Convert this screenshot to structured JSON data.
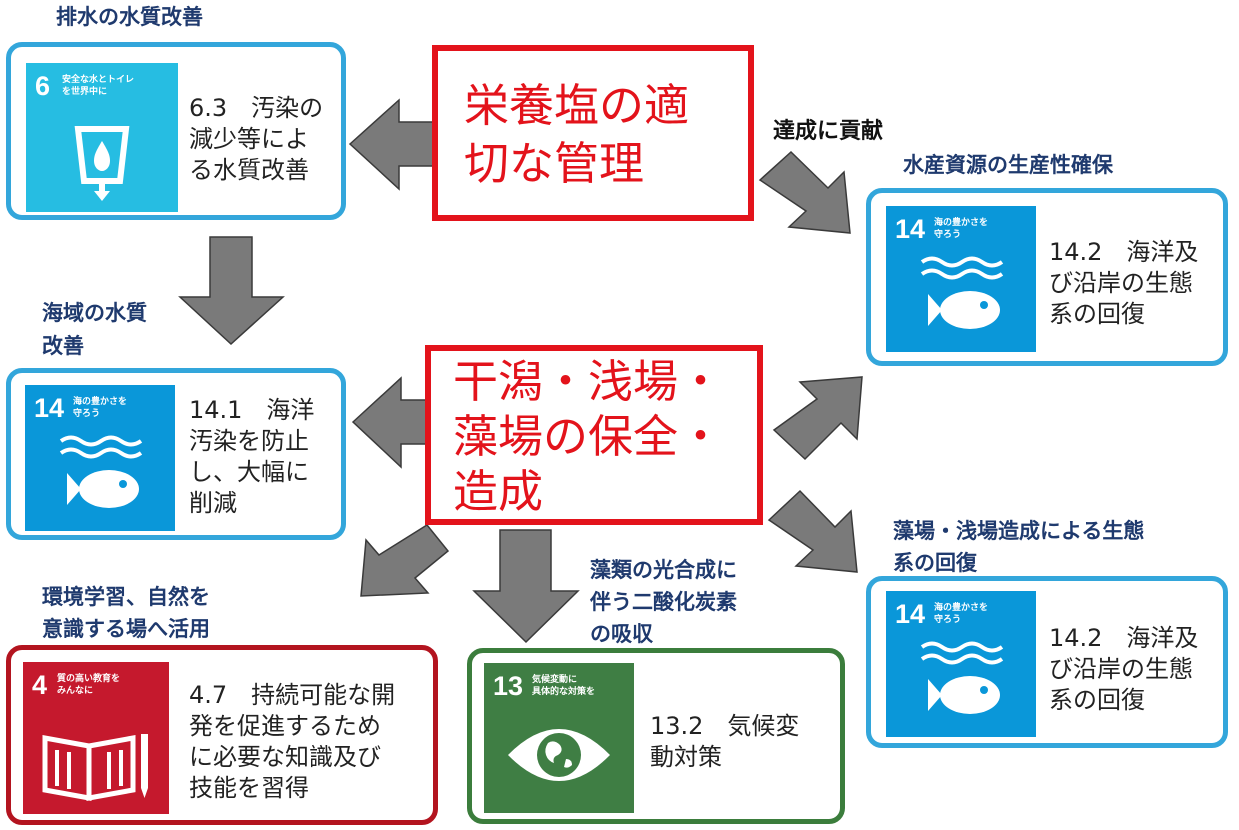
{
  "center": {
    "nutrient_line1": "栄養塩の適",
    "nutrient_line2": "切な管理",
    "tidal_line1": "干潟・浅場・",
    "tidal_line2": "藻場の保全・",
    "tidal_line3": "造成"
  },
  "labels": {
    "wastewater": "排水の水質改善",
    "contribution": "達成に貢献",
    "fisheries": "水産資源の生産性確保",
    "sea_quality_line1": "海域の水質",
    "sea_quality_line2": "改善",
    "seaweed_line1": "藻場・浅場造成による生態",
    "seaweed_line2": "系の回復",
    "env_learning_line1": "環境学習、自然を",
    "env_learning_line2": "意識する場へ活用",
    "co2_line1": "藻類の光合成に",
    "co2_line2": "伴う二酸化炭素",
    "co2_line3": "の吸収"
  },
  "goals": {
    "sdg6": {
      "number": "6",
      "caption1": "安全な水とトイレ",
      "caption2": "を世界中に",
      "color": "#26bde2",
      "icon": "water-cup-icon",
      "text1": "6.3　汚染の",
      "text2": "減少等によ",
      "text3": "る水質改善"
    },
    "sdg14_top": {
      "number": "14",
      "caption1": "海の豊かさを",
      "caption2": "守ろう",
      "color": "#0a97d9",
      "icon": "fish-wave-icon",
      "text1": "14.2　海洋及",
      "text2": "び沿岸の生態",
      "text3": "系の回復"
    },
    "sdg14_left": {
      "number": "14",
      "caption1": "海の豊かさを",
      "caption2": "守ろう",
      "color": "#0a97d9",
      "icon": "fish-wave-icon",
      "text1": "14.1　海洋",
      "text2": "汚染を防止",
      "text3": "し、大幅に",
      "text4": "削減"
    },
    "sdg14_bottom": {
      "number": "14",
      "caption1": "海の豊かさを",
      "caption2": "守ろう",
      "color": "#0a97d9",
      "icon": "fish-wave-icon",
      "text1": "14.2　海洋及",
      "text2": "び沿岸の生態",
      "text3": "系の回復"
    },
    "sdg4": {
      "number": "4",
      "caption1": "質の高い教育を",
      "caption2": "みんなに",
      "color": "#c5192d",
      "icon": "book-pencil-icon",
      "text1": "4.7　持続可能な開",
      "text2": "発を促進するため",
      "text3": "に必要な知識及び",
      "text4": "技能を習得"
    },
    "sdg13": {
      "number": "13",
      "caption1": "気候変動に",
      "caption2": "具体的な対策を",
      "color": "#3f7e44",
      "icon": "eye-globe-icon",
      "text1": "13.2　気候変",
      "text2": "動対策"
    }
  },
  "colors": {
    "accent_red": "#e3131b",
    "arrow_gray": "#7a7a7a",
    "label_blue": "#1f3a6e",
    "border_blue": "#33a6db"
  }
}
